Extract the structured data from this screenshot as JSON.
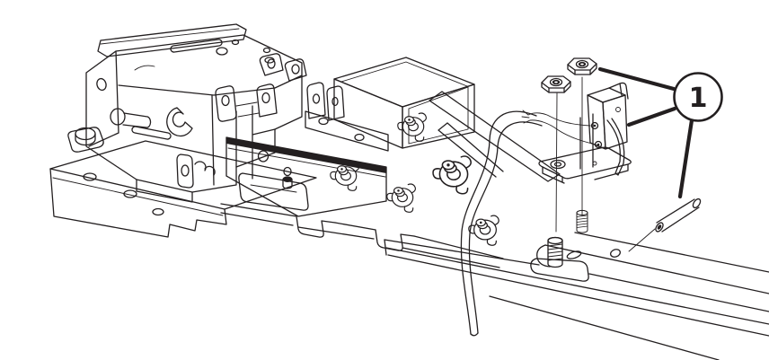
{
  "figure": {
    "type": "exploded-parts-illustration",
    "background_color": "#ffffff",
    "line_color": "#231f20",
    "callout": {
      "label": "1",
      "balloon_fill": "#ffffff",
      "leader_count": 3,
      "targets": [
        "hex-nut-upper",
        "micro-switch-assembly",
        "dowel-pin"
      ]
    },
    "parts": [
      {
        "name": "carriage-assembly"
      },
      {
        "name": "rack-plate"
      },
      {
        "name": "cover-box"
      },
      {
        "name": "support-braces"
      },
      {
        "name": "guide-rail"
      },
      {
        "name": "mount-foot"
      },
      {
        "name": "threaded-stud-front"
      },
      {
        "name": "threaded-stud-rear"
      },
      {
        "name": "screw-lock-washer"
      },
      {
        "name": "cable"
      },
      {
        "name": "switch-wires"
      },
      {
        "name": "micro-switch-assembly"
      },
      {
        "name": "hex-nut-upper"
      },
      {
        "name": "hex-nut-lower"
      },
      {
        "name": "dowel-pin"
      }
    ]
  }
}
